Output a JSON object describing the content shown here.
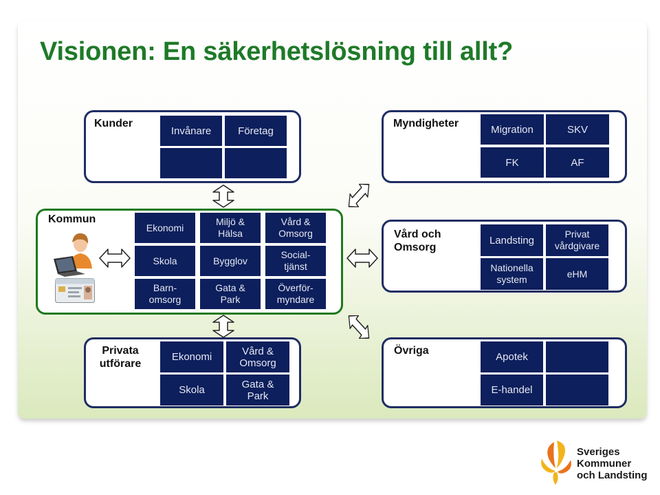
{
  "title": "Visionen: En säkerhetslösning till allt?",
  "groups": {
    "kunder": {
      "label": "Kunder",
      "boxes": [
        "Invånare",
        "Företag",
        "",
        ""
      ]
    },
    "myndigheter": {
      "label": "Myndigheter",
      "boxes": [
        "Migration",
        "SKV",
        "FK",
        "AF"
      ]
    },
    "kommun": {
      "label": "Kommun",
      "boxes": [
        "Ekonomi",
        "Miljö &\nHälsa",
        "Vård &\nOmsorg",
        "Skola",
        "Bygglov",
        "Social-\ntjänst",
        "Barn-\nomsorg",
        "Gata &\nPark",
        "Överför-\nmyndare"
      ]
    },
    "vard": {
      "label": "Vård och\nOmsorg",
      "boxes": [
        "Landsting",
        "Privat\nvårdgivare",
        "Nationella\nsystem",
        "eHM"
      ]
    },
    "privata": {
      "label": "Privata\nutförare",
      "boxes": [
        "Ekonomi",
        "Vård &\nOmsorg",
        "Skola",
        "Gata &\nPark"
      ]
    },
    "ovriga": {
      "label": "Övriga",
      "boxes": [
        "Apotek",
        "",
        "E-handel",
        ""
      ]
    }
  },
  "logo": {
    "lines": [
      "Sveriges",
      "Kommuner",
      "och Landsting"
    ],
    "colors": {
      "yellow": "#f2b41c",
      "orange": "#e8731e",
      "text": "#1a1a1a"
    }
  },
  "colors": {
    "title": "#1e7a28",
    "box": "#0d1f5c",
    "border_blue": "#1e2d63",
    "border_green": "#1d7a1d"
  }
}
